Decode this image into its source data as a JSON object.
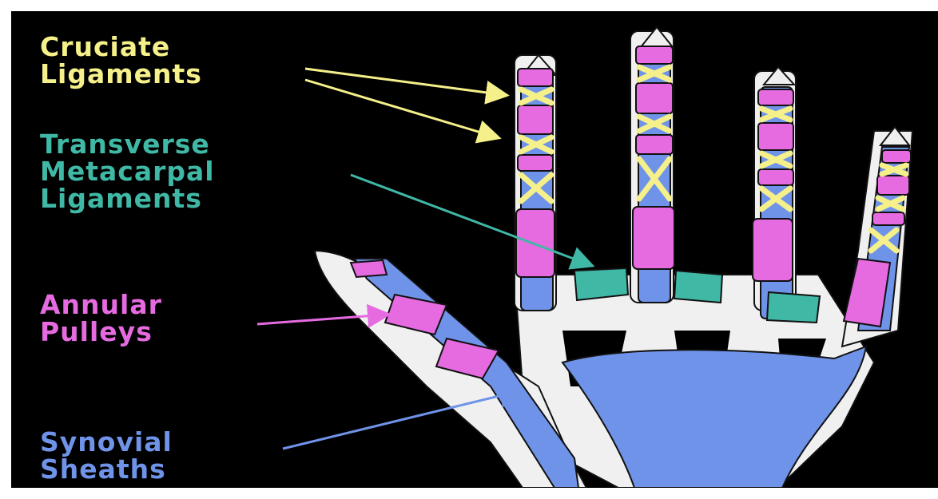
{
  "labels": {
    "cruciate": {
      "line1": "Cruciate",
      "line2": "Ligaments"
    },
    "transverse": {
      "line1": "Transverse",
      "line2": "Metacarpal",
      "line3": "Ligaments"
    },
    "annular": {
      "line1": "Annular",
      "line2": "Pulleys"
    },
    "synovial": {
      "line1": "Synovial",
      "line2": "Sheaths"
    }
  },
  "colors": {
    "background": "#000000",
    "bone": "#f0f0f0",
    "cruciate": "#f5f08a",
    "transverse": "#40b8a6",
    "annular": "#e66ae0",
    "synovial": "#6f93e8"
  },
  "icons": [
    "hand-skeleton-illustration",
    "arrow"
  ]
}
